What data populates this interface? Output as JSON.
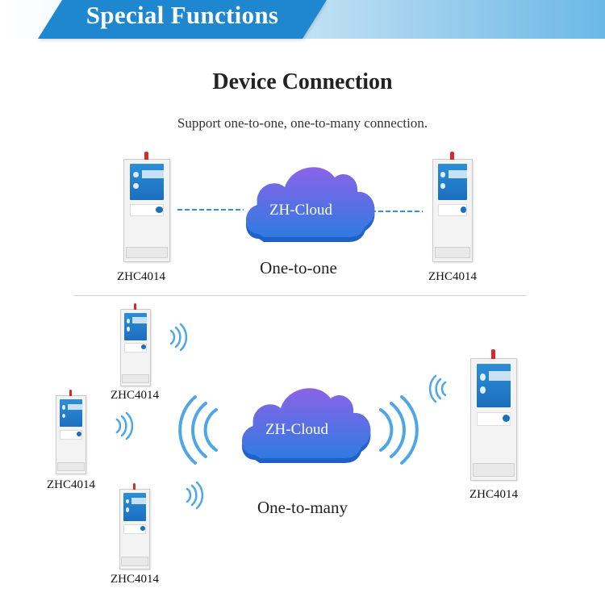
{
  "banner": {
    "title": "Special Functions"
  },
  "section": {
    "title": "Device Connection",
    "subtitle": "Support one-to-one, one-to-many connection."
  },
  "one_to_one": {
    "cloud_label": "ZH-Cloud",
    "caption": "One-to-one",
    "devices": [
      {
        "label": "ZHC4014"
      },
      {
        "label": "ZHC4014"
      }
    ]
  },
  "one_to_many": {
    "cloud_label": "ZH-Cloud",
    "caption": "One-to-many",
    "devices": [
      {
        "label": "ZHC4014"
      },
      {
        "label": "ZHC4014"
      },
      {
        "label": "ZHC4014"
      },
      {
        "label": "ZHC4014"
      }
    ]
  },
  "colors": {
    "banner_blue": "#1f86d0",
    "cloud_top": "#8a63e8",
    "cloud_bottom": "#2f7be0",
    "link_dash": "#2f8fe0",
    "wave": "#4ea6e8",
    "antenna": "#d92a2a"
  },
  "icons": {
    "cloud": "cloud-icon",
    "signal": "signal-wave-icon",
    "device": "router-device-icon"
  }
}
